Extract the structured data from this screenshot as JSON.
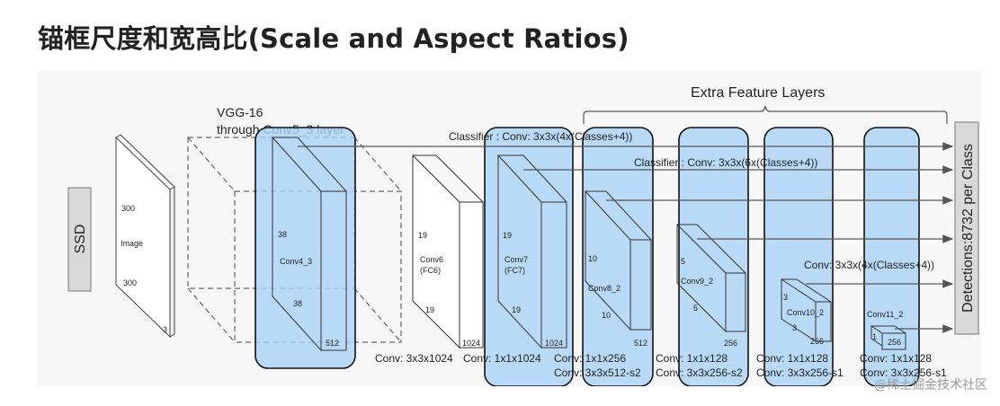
{
  "title": "锚框尺度和宽高比(Scale and Aspect Ratios)",
  "watermark": "@稀土掘金技术社区",
  "diagram": {
    "ssd_label": "SSD",
    "extra_layers_label": "Extra Feature Layers",
    "vgg_label_line1": "VGG-16",
    "vgg_label_line2": "through Conv5_3 layer",
    "classifier_4": "Classifier : Conv: 3x3x(4x(Classes+4))",
    "classifier_6": "Classifier : Conv: 3x3x(6x(Classes+4))",
    "classifier_4b": "Conv: 3x3x(4x(Classes+4))",
    "detections": "Detections:8732  per Class",
    "image": {
      "dim_top": "300",
      "name": "Image",
      "dim_bottom": "300",
      "depth": "3"
    },
    "conv4_3": {
      "name": "Conv4_3",
      "dim_left": "38",
      "dim_bottom": "38",
      "depth": "512"
    },
    "conv6": {
      "dim": "19",
      "name_line1": "Conv6",
      "name_line2": "(FC6)",
      "dim_bottom": "19",
      "depth": "1024"
    },
    "conv7": {
      "dim": "19",
      "name_line1": "Conv7",
      "name_line2": "(FC7)",
      "dim_bottom": "19",
      "depth": "1024"
    },
    "conv8_2": {
      "dim": "10",
      "name": "Conv8_2",
      "dim_bottom": "10",
      "depth": "512"
    },
    "conv9_2": {
      "dim": "5",
      "name": "Conv9_2",
      "dim_bottom": "5",
      "depth": "256"
    },
    "conv10_2": {
      "dim": "3",
      "name": "Conv10_2",
      "dim_bottom": "3",
      "depth": "256"
    },
    "conv11_2": {
      "name": "Conv11_2",
      "dim": "1",
      "depth": "256"
    },
    "bottom_labels": {
      "conv6_op": "Conv: 3x3x1024",
      "conv7_op": "Conv: 1x1x1024",
      "conv8_op1": "Conv: 1x1x256",
      "conv8_op2": "Conv: 3x3x512-s2",
      "conv9_op1": "Conv: 1x1x128",
      "conv9_op2": "Conv: 3x3x256-s2",
      "conv10_op1": "Conv: 1x1x128",
      "conv10_op2": "Conv: 3x3x256-s1",
      "conv11_op1": "Conv: 1x1x128",
      "conv11_op2": "Conv: 3x3x256-s1"
    }
  }
}
